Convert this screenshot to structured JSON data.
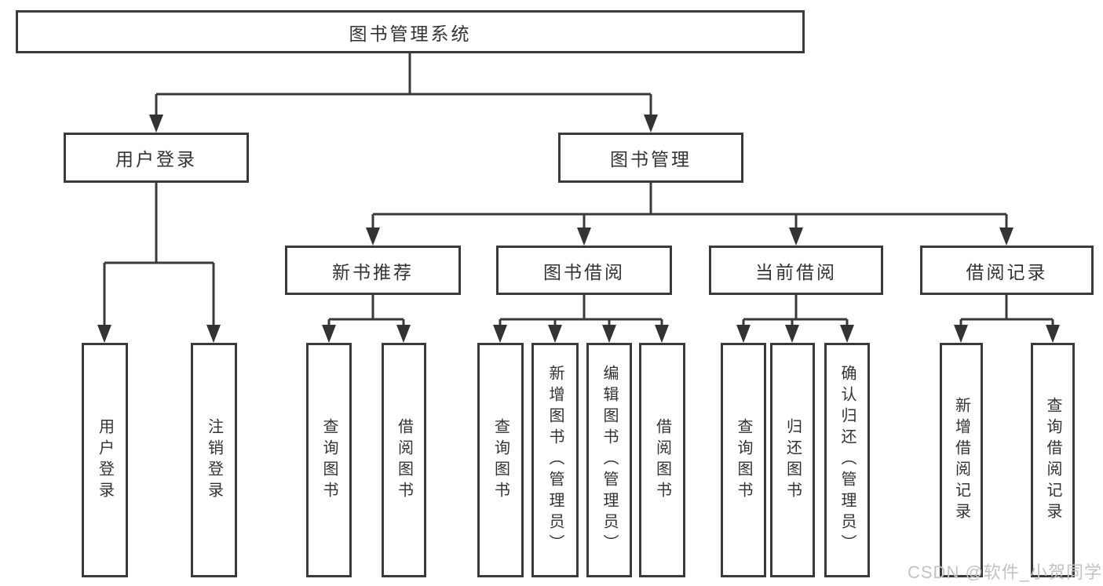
{
  "tree": {
    "root": {
      "label": "图书管理系统",
      "children": [
        {
          "label": "用户登录",
          "children": [
            {
              "label": "用户登录"
            },
            {
              "label": "注销登录"
            }
          ]
        },
        {
          "label": "图书管理",
          "children": [
            {
              "label": "新书推荐",
              "children": [
                {
                  "label": "查询图书"
                },
                {
                  "label": "借阅图书"
                }
              ]
            },
            {
              "label": "图书借阅",
              "children": [
                {
                  "label": "查询图书"
                },
                {
                  "label": "新增图书（管理员）"
                },
                {
                  "label": "编辑图书（管理员）"
                },
                {
                  "label": "借阅图书"
                }
              ]
            },
            {
              "label": "当前借阅",
              "children": [
                {
                  "label": "查询图书"
                },
                {
                  "label": "归还图书"
                },
                {
                  "label": "确认归还（管理员）"
                }
              ]
            },
            {
              "label": "借阅记录",
              "children": [
                {
                  "label": "新增借阅记录"
                },
                {
                  "label": "查询借阅记录"
                }
              ]
            }
          ]
        }
      ]
    }
  },
  "watermark": {
    "text": "CSDN @软件_小贺同学"
  },
  "colors": {
    "line": "#3a3a3a",
    "arrow": "#333333",
    "box_fill": "#ffffff",
    "text": "#333333",
    "watermark": "#c2c2c2",
    "background": "#ffffff"
  }
}
